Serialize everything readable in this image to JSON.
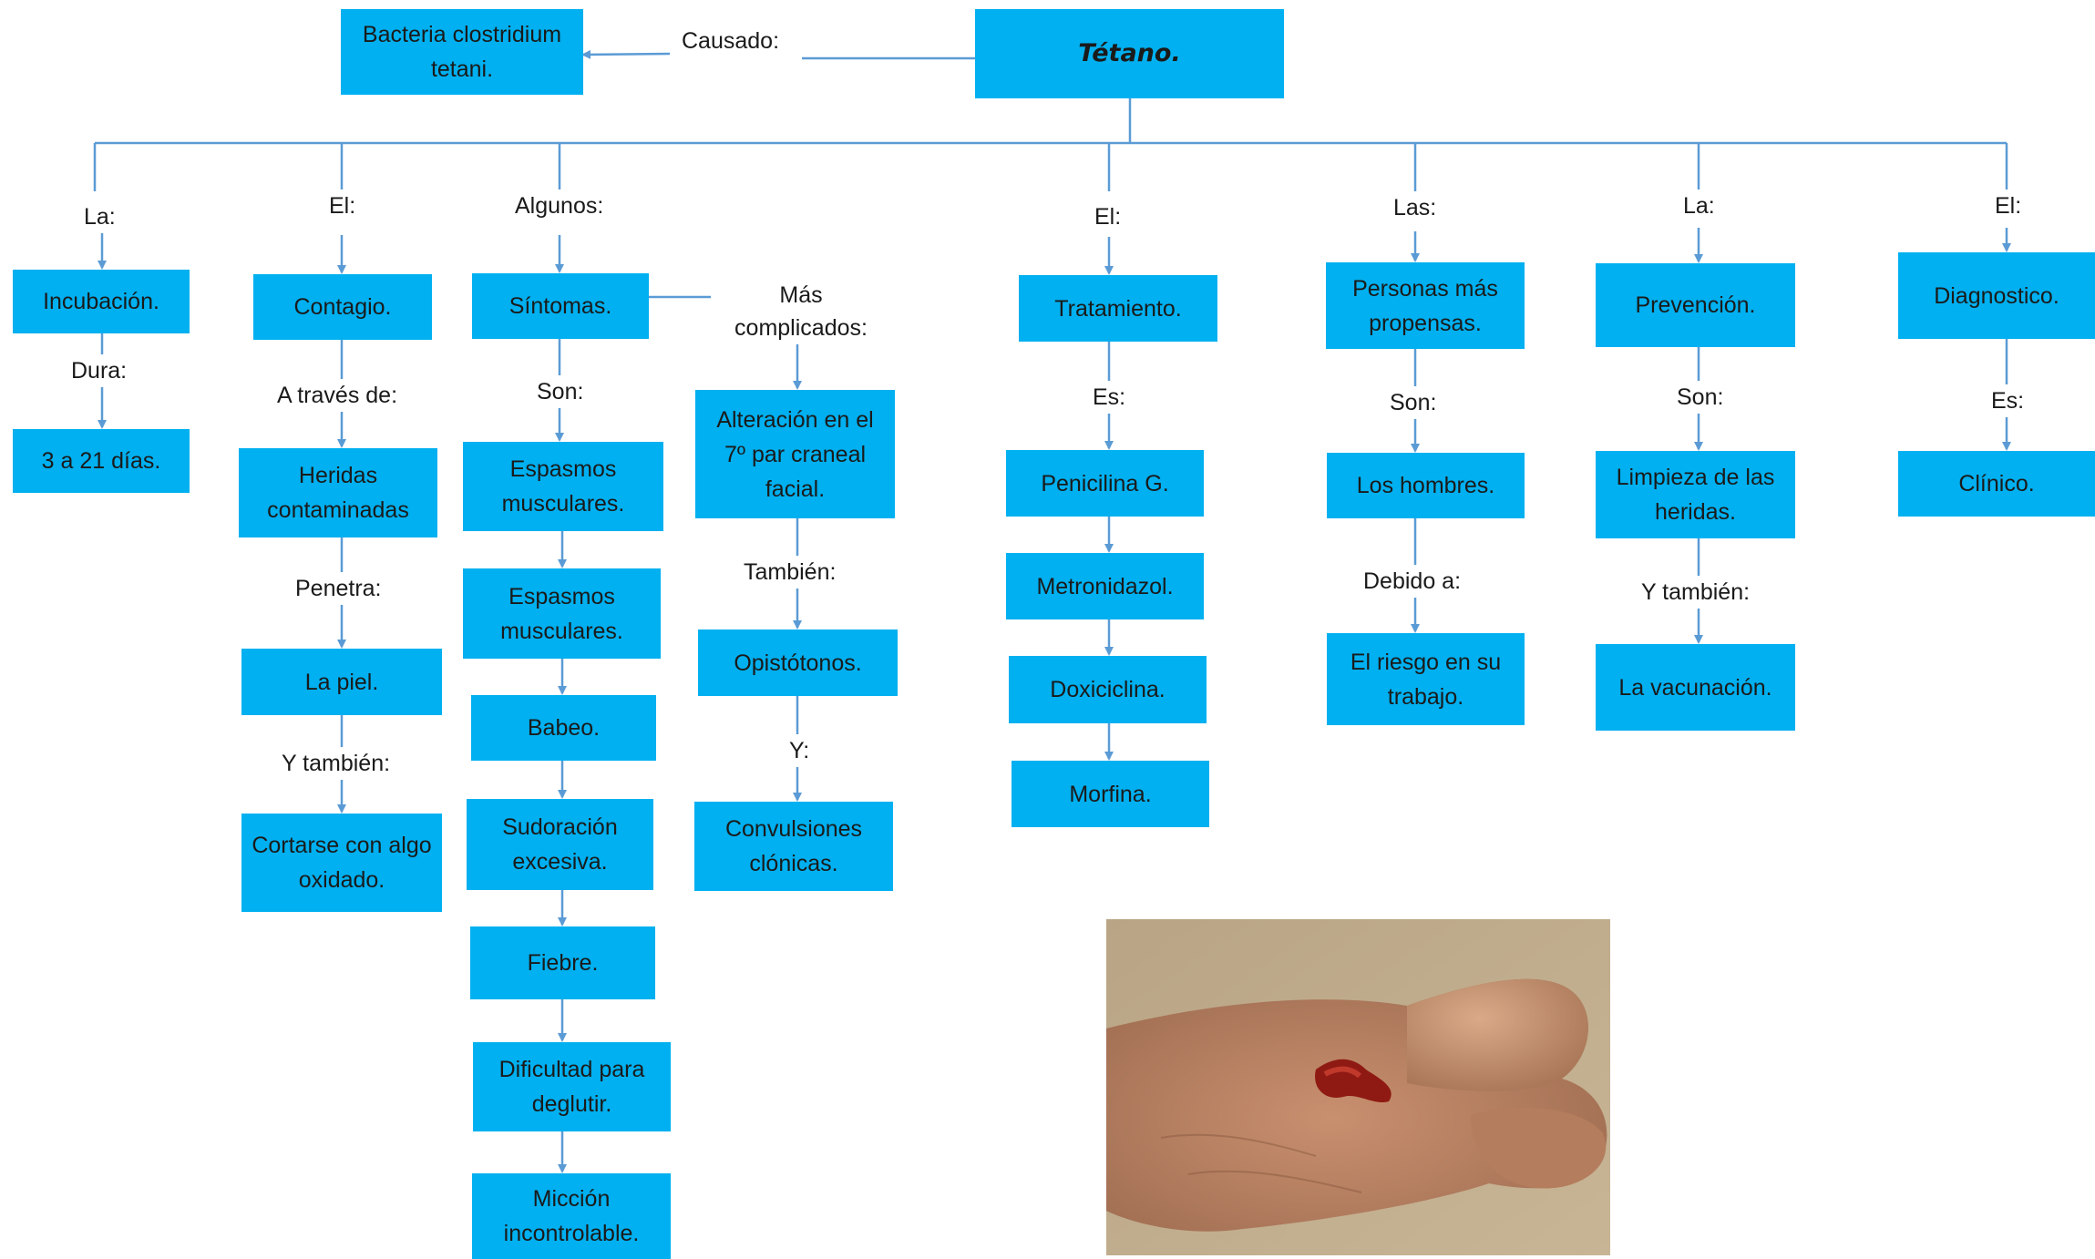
{
  "title": "Tétano.",
  "cause": {
    "label": "Causado:",
    "value": "Bacteria clostridium tetani."
  },
  "branches": {
    "incubacion": {
      "label": "La:",
      "head": "Incubación.",
      "link": "Dura:",
      "value": "3 a 21 días."
    },
    "contagio": {
      "label": "El:",
      "head": "Contagio.",
      "link1": "A través de:",
      "box1": "Heridas contaminadas",
      "link2": "Penetra:",
      "box2": "La piel.",
      "link3": "Y también:",
      "box3": "Cortarse con algo oxidado."
    },
    "sintomas": {
      "label": "Algunos:",
      "head": "Síntomas.",
      "link": "Son:",
      "items": [
        "Espasmos musculares.",
        "Espasmos musculares.",
        "Babeo.",
        "Sudoración excesiva.",
        "Fiebre.",
        "Dificultad para deglutir.",
        "Micción incontrolable."
      ],
      "complicated": {
        "label": "Más complicados:",
        "box1": "Alteración en el 7º par craneal facial.",
        "link2": "También:",
        "box2": "Opistótonos.",
        "link3": "Y:",
        "box3": "Convulsiones clónicas."
      }
    },
    "tratamiento": {
      "label": "El:",
      "head": "Tratamiento.",
      "link": "Es:",
      "items": [
        "Penicilina G.",
        "Metronidazol.",
        "Doxiciclina.",
        "Morfina."
      ]
    },
    "personas": {
      "label": "Las:",
      "head": "Personas más propensas.",
      "link1": "Son:",
      "box1": "Los hombres.",
      "link2": "Debido a:",
      "box2": "El riesgo en su trabajo."
    },
    "prevencion": {
      "label": "La:",
      "head": "Prevención.",
      "link1": "Son:",
      "box1": "Limpieza de las heridas.",
      "link2": "Y también:",
      "box2": "La vacunación."
    },
    "diagnostico": {
      "label": "El:",
      "head": "Diagnostico.",
      "link": "Es:",
      "value": "Clínico."
    }
  },
  "colors": {
    "box": "#00b0f0",
    "connector": "#5b9bd5"
  }
}
